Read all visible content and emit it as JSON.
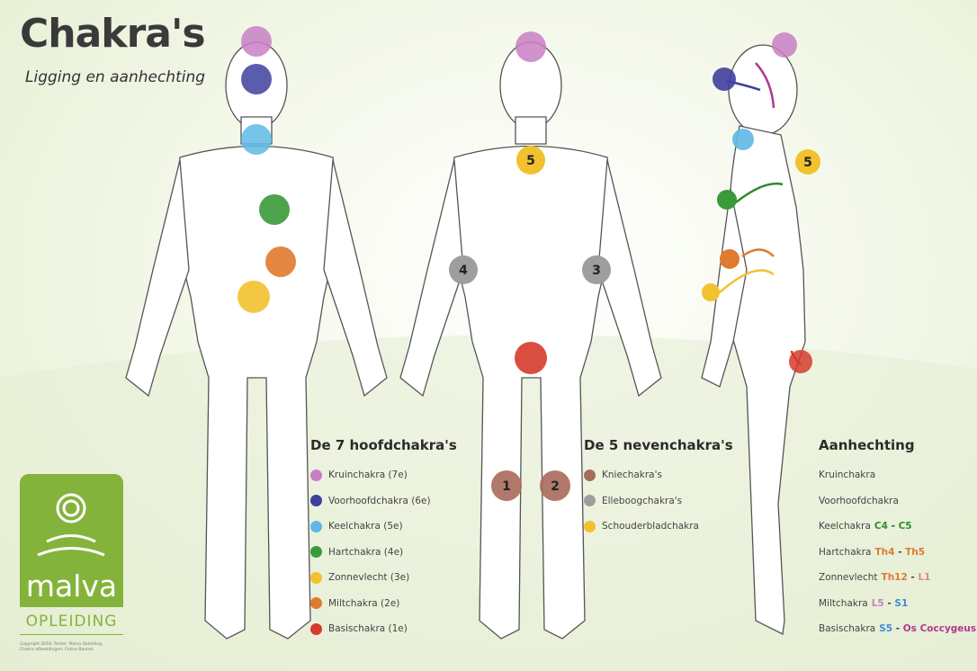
{
  "title": "Chakra's",
  "subtitle": "Ligging en aanhechting",
  "colors": {
    "kruin": "#c97fc4",
    "voorhoofd": "#3f3f9e",
    "keel": "#5fb8e6",
    "hart": "#3a9a3a",
    "zonne": "#f2c12e",
    "milt": "#e07a2e",
    "basis": "#d63b2b",
    "knie": "#a86a5a",
    "elleboog": "#9e9e9e",
    "schouder": "#f2c12e",
    "brand": "#84b33b"
  },
  "main_legend": {
    "heading": "De 7 hoofdchakra's",
    "items": [
      {
        "label": "Kruinchakra (7e)",
        "color": "#c97fc4"
      },
      {
        "label": "Voorhoofdchakra (6e)",
        "color": "#3f3f9e"
      },
      {
        "label": "Keelchakra (5e)",
        "color": "#5fb8e6"
      },
      {
        "label": "Hartchakra (4e)",
        "color": "#3a9a3a"
      },
      {
        "label": "Zonnevlecht (3e)",
        "color": "#f2c12e"
      },
      {
        "label": "Miltchakra (2e)",
        "color": "#e07a2e"
      },
      {
        "label": "Basischakra (1e)",
        "color": "#d63b2b"
      }
    ]
  },
  "minor_legend": {
    "heading": "De 5 nevenchakra's",
    "items": [
      {
        "label": "Kniechakra's",
        "color": "#a86a5a"
      },
      {
        "label": "Elleboogchakra's",
        "color": "#9e9e9e"
      },
      {
        "label": "Schouderbladchakra",
        "color": "#f2c12e"
      }
    ]
  },
  "attachment": {
    "heading": "Aanhechting",
    "items": [
      {
        "name": "Kruinchakra",
        "from": "",
        "sep": "",
        "to": "",
        "from_color": "",
        "to_color": ""
      },
      {
        "name": "Voorhoofdchakra",
        "from": "",
        "sep": "",
        "to": "",
        "from_color": "",
        "to_color": ""
      },
      {
        "name": "Keelchakra",
        "from": "C4",
        "sep": " - ",
        "to": "C5",
        "from_color": "#2e8b2e",
        "to_color": "#2e8b2e"
      },
      {
        "name": "Hartchakra",
        "from": "Th4",
        "sep": " - ",
        "to": "Th5",
        "from_color": "#e07a2e",
        "to_color": "#e07a2e"
      },
      {
        "name": "Zonnevlecht",
        "from": "Th12",
        "sep": " - ",
        "to": "L1",
        "from_color": "#e07a2e",
        "to_color": "#e58a7a"
      },
      {
        "name": "Miltchakra",
        "from": "L5",
        "sep": " - ",
        "to": "S1",
        "from_color": "#c97fc4",
        "to_color": "#3f8ccf"
      },
      {
        "name": "Basischakra",
        "from": "S5",
        "sep": " - ",
        "to": "Os Coccygeus",
        "from_color": "#3f8ccf",
        "to_color": "#b0398f"
      }
    ]
  },
  "back_labels": {
    "left_elbow": "4",
    "right_elbow": "3",
    "shoulder": "5",
    "knee_left": "1",
    "knee_right": "2"
  },
  "side_labels": {
    "shoulder": "5"
  },
  "logo": {
    "word": "malva",
    "sub": "OPLEIDING"
  },
  "copyright": [
    "Copyright 2018: Poster: Malva Opleiding.",
    "Chakra afbeeldingen: Celine Baunet."
  ]
}
